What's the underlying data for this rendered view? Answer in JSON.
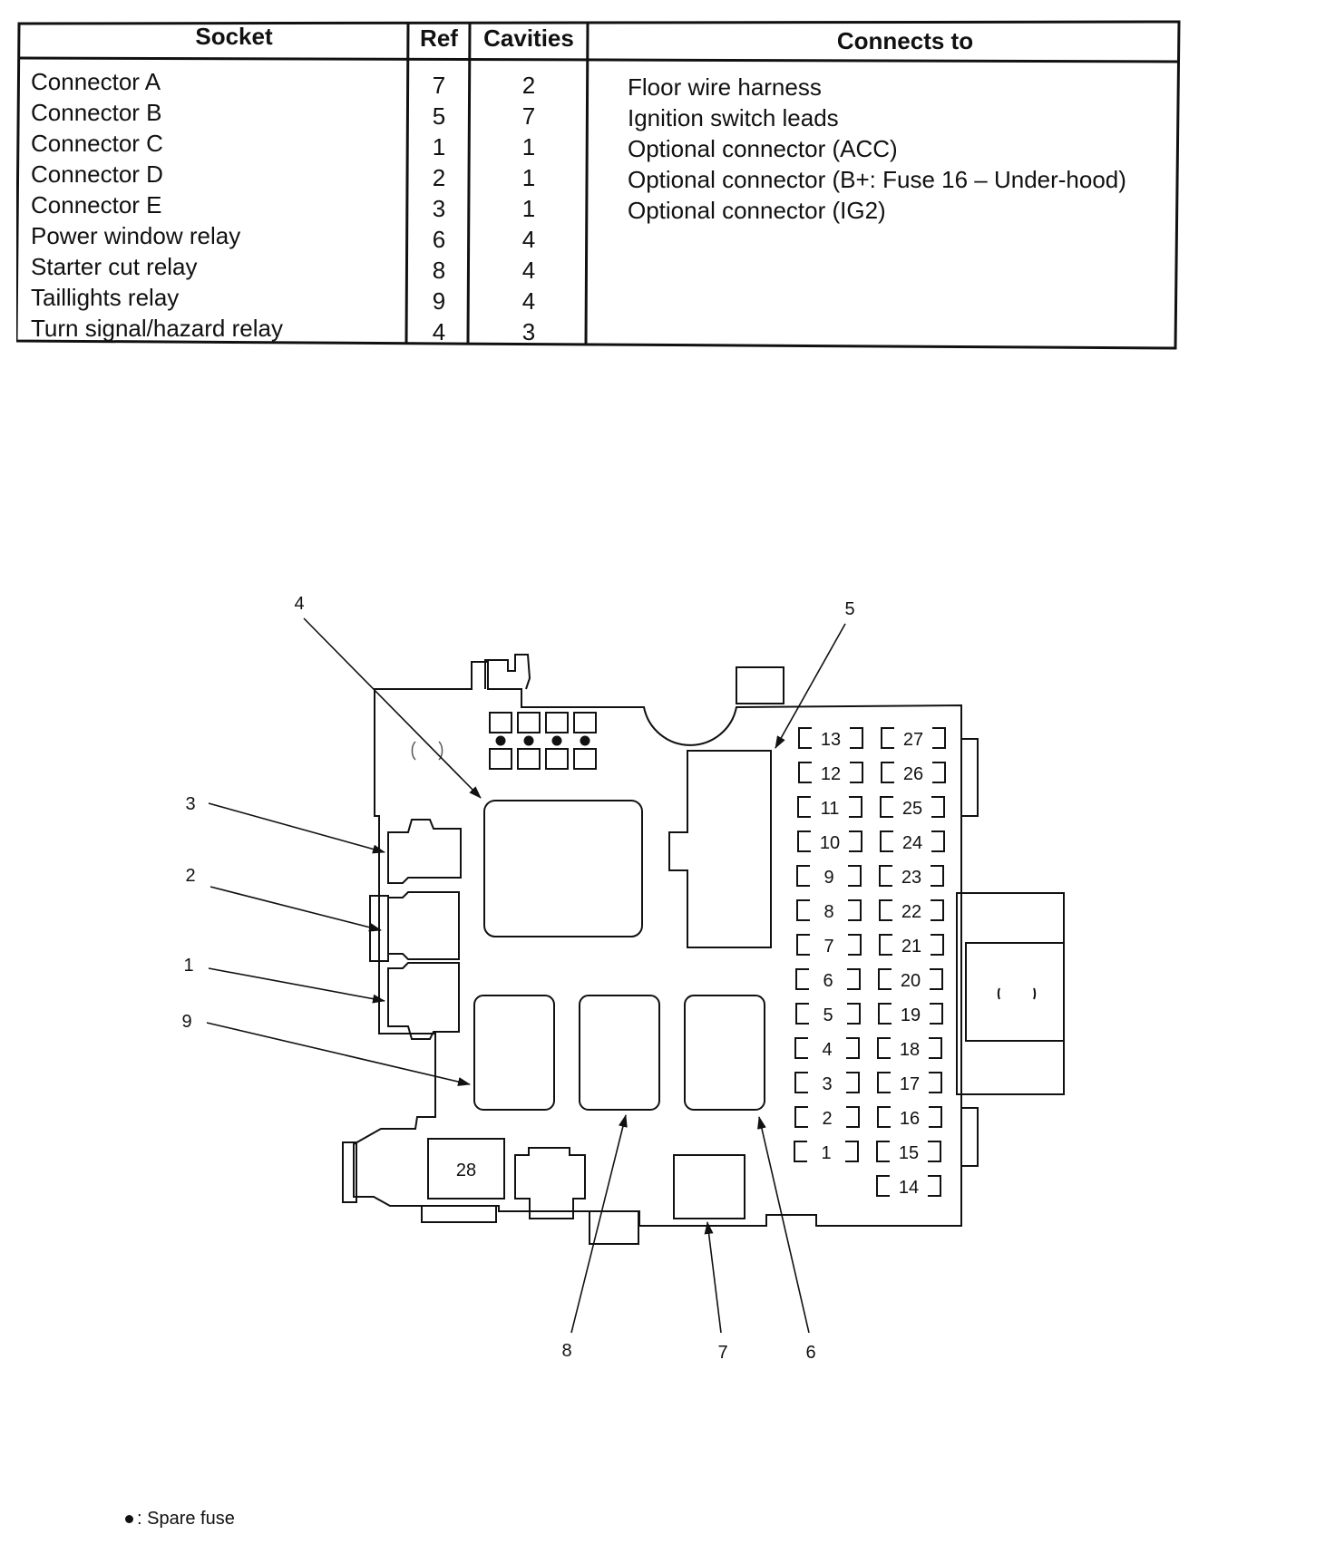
{
  "table": {
    "headers": {
      "socket": "Socket",
      "ref": "Ref",
      "cavities": "Cavities",
      "connects_to": "Connects to"
    },
    "rows": [
      {
        "socket": "Connector A",
        "ref": "7",
        "cavities": "2",
        "connects_to": "Floor wire harness"
      },
      {
        "socket": "Connector B",
        "ref": "5",
        "cavities": "7",
        "connects_to": "Ignition switch leads"
      },
      {
        "socket": "Connector C",
        "ref": "1",
        "cavities": "1",
        "connects_to": "Optional connector (ACC)"
      },
      {
        "socket": "Connector D",
        "ref": "2",
        "cavities": "1",
        "connects_to": "Optional connector (B+: Fuse 16 – Under-hood)"
      },
      {
        "socket": "Connector E",
        "ref": "3",
        "cavities": "1",
        "connects_to": "Optional connector (IG2)"
      },
      {
        "socket": "Power window relay",
        "ref": "6",
        "cavities": "4",
        "connects_to": ""
      },
      {
        "socket": "Starter cut relay",
        "ref": "8",
        "cavities": "4",
        "connects_to": ""
      },
      {
        "socket": "Taillights relay",
        "ref": "9",
        "cavities": "4",
        "connects_to": ""
      },
      {
        "socket": "Turn signal/hazard relay",
        "ref": "4",
        "cavities": "3",
        "connects_to": ""
      }
    ]
  },
  "diagram": {
    "callouts": [
      "1",
      "2",
      "3",
      "4",
      "5",
      "6",
      "7",
      "8",
      "9"
    ],
    "fuses_left": [
      "13",
      "12",
      "11",
      "10",
      "9",
      "8",
      "7",
      "6",
      "5",
      "4",
      "3",
      "2",
      "1"
    ],
    "fuses_right": [
      "27",
      "26",
      "25",
      "24",
      "23",
      "22",
      "21",
      "20",
      "19",
      "18",
      "17",
      "16",
      "15",
      "14"
    ],
    "fuse_28": "28",
    "spare_fuse_count": 4
  },
  "legend": {
    "text": ": Spare fuse",
    "symbol": "filled-dot"
  }
}
